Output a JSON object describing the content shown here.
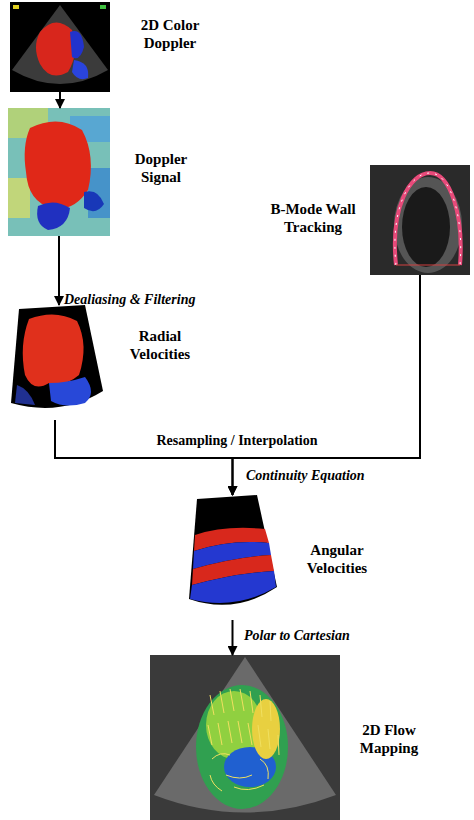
{
  "diagram": {
    "nodes": [
      {
        "text": [
          "2D Color Doppler"
        ]
      },
      {
        "text": [
          "Doppler Signal"
        ]
      },
      {
        "text": [
          "B-Mode Wall Tracking"
        ]
      },
      {
        "text": [
          "Radial Velocities"
        ]
      },
      {
        "text": [
          "Angular Velocities"
        ]
      },
      {
        "text": [
          "2D Flow Mapping"
        ]
      }
    ],
    "edges": [
      {
        "from": 0,
        "to": 1,
        "arrow": "to"
      },
      {
        "from": 1,
        "to": 3,
        "label": "Dealiasing & Filtering",
        "arrow": "to"
      },
      {
        "from": 3,
        "to": 4,
        "arrow": "to"
      },
      {
        "from": 2,
        "to": 4,
        "arrow": "to"
      },
      {
        "from": 4,
        "to": 5,
        "label": "Polar to Cartesian",
        "arrow": "to"
      }
    ],
    "labels": [
      "Resampling / Interpolation",
      "Continuity Equation"
    ]
  }
}
